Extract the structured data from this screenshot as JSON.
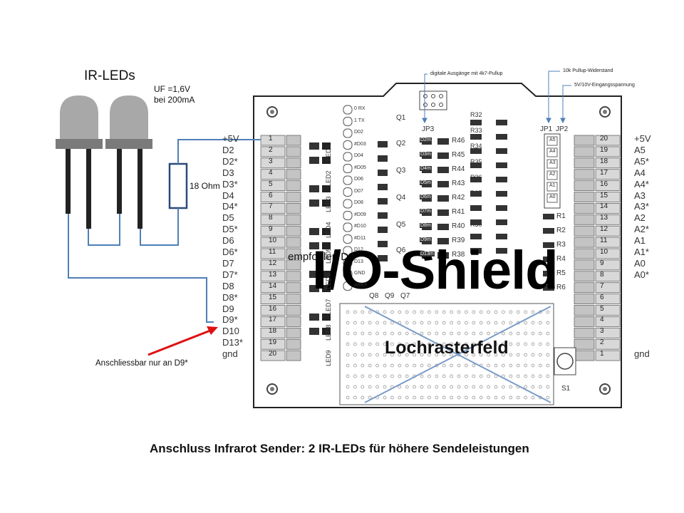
{
  "ir_title": "IR-LEDs",
  "uf_line1": "UF =1,6V",
  "uf_line2": "bei 200mA",
  "resistor_label": "18 Ohm",
  "connect_note": "Anschliessbar nur an D9*",
  "shield_title": "I/O-Shield",
  "recommended": "empfohlen D9*",
  "grid_label": "Lochrasterfeld",
  "annotation_outputs": "digitale Ausgänge mit 4k7-Pullup",
  "annotation_pullup": "10k Pullup-Widerstand",
  "annotation_input": "5V/10V-Eingangsspannung",
  "caption": "Anschluss Infrarot Sender:  2 IR-LEDs für höhere Sendeleistungen",
  "left_pins": [
    "+5V",
    "D2",
    "D2*",
    "D3",
    "D3*",
    "D4",
    "D4*",
    "D5",
    "D5*",
    "D6",
    "D6*",
    "D7",
    "D7*",
    "D8",
    "D8*",
    "D9",
    "D9*",
    "D10",
    "D13*",
    "gnd"
  ],
  "right_pins": [
    "+5V",
    "A5",
    "A5*",
    "A4",
    "A4*",
    "A3",
    "A3*",
    "A2",
    "A2*",
    "A1",
    "A1*",
    "A0",
    "A0*",
    "",
    "",
    "",
    "",
    "",
    "",
    "gnd"
  ],
  "left_numbers": [
    "1",
    "2",
    "3",
    "4",
    "5",
    "6",
    "7",
    "8",
    "9",
    "10",
    "11",
    "12",
    "13",
    "14",
    "15",
    "16",
    "17",
    "18",
    "19",
    "20"
  ],
  "right_numbers": [
    "20",
    "19",
    "18",
    "17",
    "16",
    "15",
    "14",
    "13",
    "12",
    "11",
    "10",
    "9",
    "8",
    "7",
    "6",
    "5",
    "4",
    "3",
    "2",
    "1"
  ],
  "board_labels": {
    "jp3": "JP3",
    "jp1": "JP1",
    "jp2": "JP2",
    "s1": "S1",
    "q1": "Q1",
    "q2": "Q2",
    "q3": "Q3",
    "q4": "Q4",
    "q5": "Q5",
    "q6": "Q6",
    "q7": "Q7",
    "q8": "Q8",
    "q9": "Q9",
    "r_col": [
      "R46",
      "R45",
      "R44",
      "R43",
      "R42",
      "R41",
      "R40",
      "R39",
      "R38"
    ],
    "r_col2": [
      "R32",
      "R33",
      "R34",
      "R35",
      "R36",
      "R37",
      "R31",
      "R30"
    ],
    "r_right": [
      "R1",
      "R2",
      "R3",
      "R4",
      "R5",
      "R6"
    ],
    "jp1_pins": [
      "A5",
      "A4",
      "A3",
      "A2",
      "A1",
      "A0"
    ],
    "d_col": [
      "D2m",
      "D3m",
      "D4m",
      "D5m",
      "D6m",
      "D7m",
      "D8m",
      "D9m",
      "D13m"
    ],
    "leds": [
      "LED1",
      "LED2",
      "LED3",
      "LED4",
      "LED5",
      "LED6",
      "LED7",
      "LED8",
      "LED9"
    ],
    "header_pins": [
      "0 RX",
      "1 TX",
      "D02",
      "#D03",
      "D04",
      "#D05",
      "D06",
      "D07",
      "D08",
      "#D09",
      "#D10",
      "#D11",
      "D12",
      "D13",
      "GND",
      "AREF"
    ]
  },
  "colors": {
    "wire": "#4f7fb8",
    "arrow": "#e01010",
    "led": "#a8a8a8",
    "led_base": "#7a7a7a",
    "leg": "#222222",
    "board": "#222222"
  }
}
